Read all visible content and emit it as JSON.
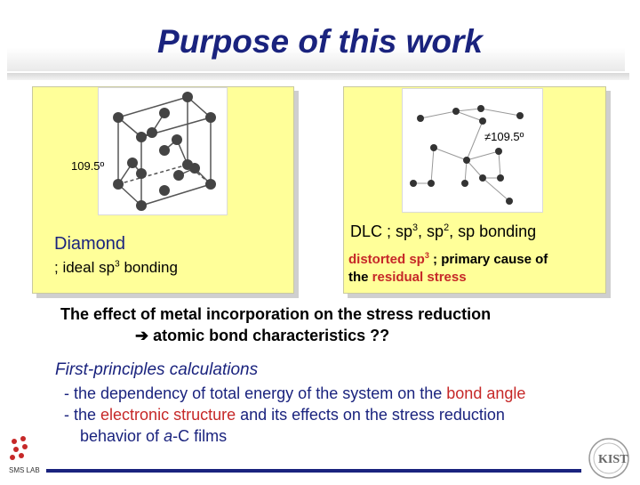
{
  "title": "Purpose of this work",
  "panels": {
    "diamond": {
      "angle": "109.5º",
      "heading": "Diamond",
      "sub_prefix": "; ideal sp",
      "sub_sup": "3",
      "sub_suffix": " bonding"
    },
    "dlc": {
      "angle": "≠109.5º",
      "heading_prefix": "DLC ; sp",
      "sup1": "3",
      "heading_mid": ", sp",
      "sup2": "2",
      "heading_suffix": ", sp bonding",
      "line1_red_prefix": "distorted sp",
      "line1_sup": "3",
      "line1_suffix": " ; primary cause of",
      "line2_prefix": "the ",
      "line2_red": "residual stress"
    }
  },
  "effect": {
    "line1": "The effect of metal incorporation on the stress reduction",
    "arrow": "➔",
    "line2": " atomic bond characteristics ??"
  },
  "first_principles": {
    "heading": "First-principles calculations",
    "item1_prefix": "- the dependency of total energy of the system on the ",
    "item1_red": "bond angle",
    "item2_prefix": "- the ",
    "item2_red": "electronic structure",
    "item2_suffix": " and  its effects on the stress reduction",
    "item3_prefix": "behavior of ",
    "item3_italic": "a",
    "item3_suffix": "-C films"
  },
  "logos": {
    "left_text": "SMS LAB",
    "right_text": "KIST"
  },
  "colors": {
    "title": "#1a237e",
    "panel": "#ffff99",
    "accent_red": "#c62828"
  }
}
